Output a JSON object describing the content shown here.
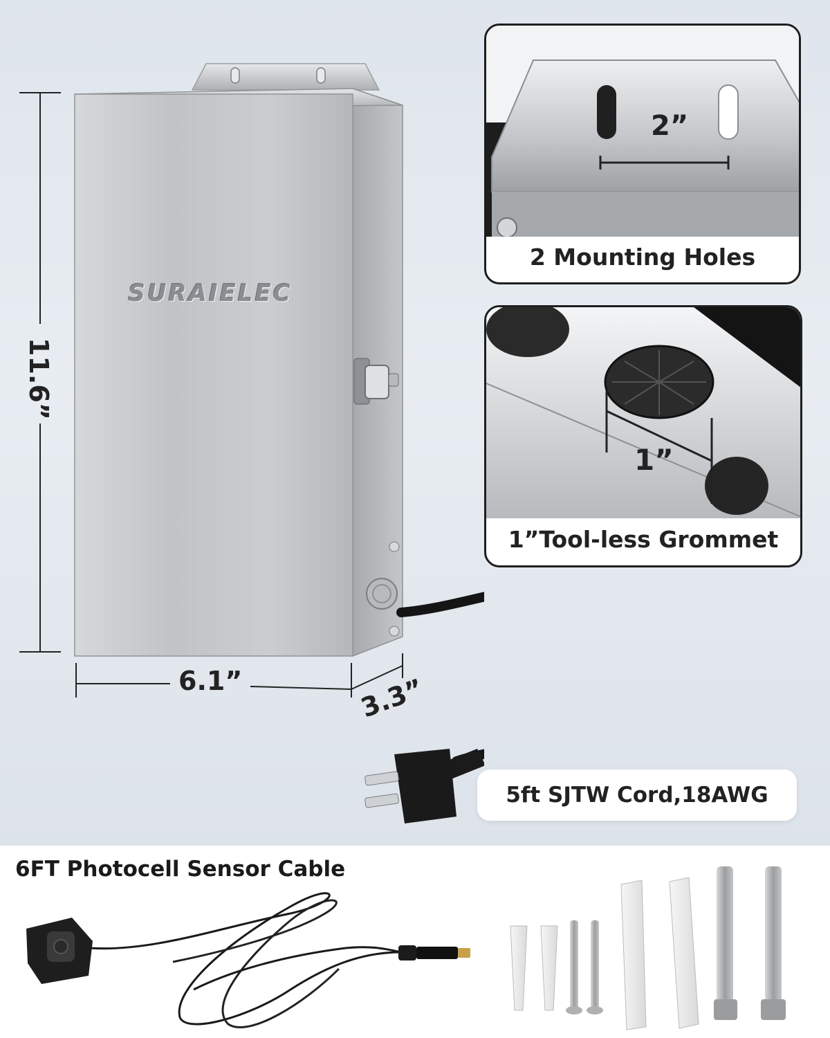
{
  "product": {
    "brand": "SURAIELEC"
  },
  "dimensions": {
    "height": "11.6”",
    "width": "6.1”",
    "depth": "3.3”"
  },
  "callouts": {
    "mounting": {
      "spacing": "2”",
      "caption": "2 Mounting Holes"
    },
    "grommet": {
      "size": "1”",
      "caption": "1”Tool-less Grommet"
    },
    "cord": {
      "caption": "5ft SJTW Cord,18AWG"
    }
  },
  "accessories": {
    "sensor_title": "6FT Photocell Sensor Cable"
  },
  "colors": {
    "background_top": "#e3e8ee",
    "steel": "#b9bcc0",
    "cord": "#151515",
    "outline": "#1e1e1e"
  }
}
